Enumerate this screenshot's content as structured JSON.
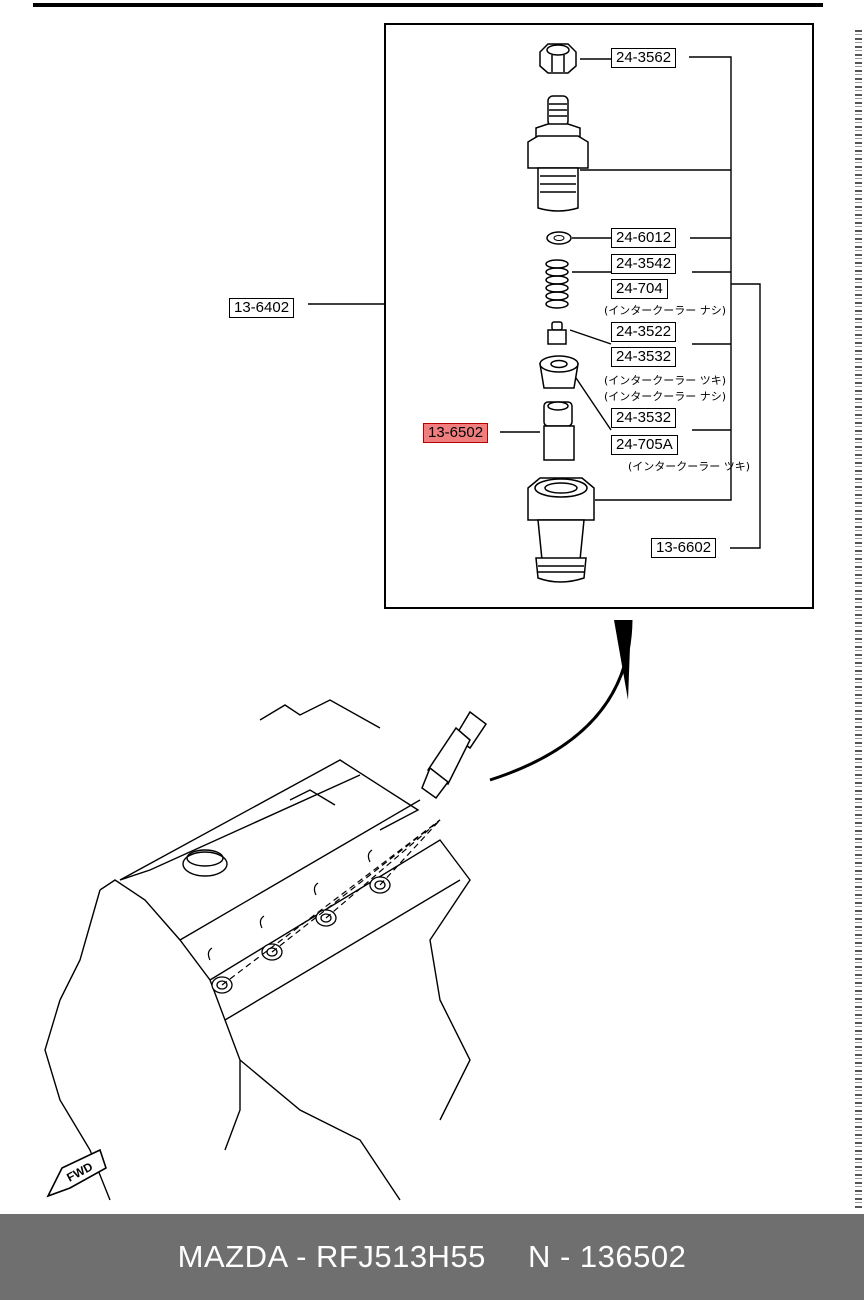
{
  "parts": {
    "group_label": "13-6402",
    "nut_label": "24-3562",
    "washer_label": "24-6012",
    "spring_label": "24-3542",
    "spring_alt_label": "24-704",
    "spring_alt_note": "(インタークーラー ナシ)",
    "pin_label": "24-3522",
    "spacer_label": "24-3532",
    "spacer_note_1": "(インタークーラー ツキ)",
    "spacer_note_2": "(インタークーラー ナシ)",
    "spacer2_label": "24-3532",
    "spacer_alt_label": "24-705A",
    "spacer_alt_note": "(インタークーラー ツキ)",
    "nozzle_label": "13-6502",
    "holder_group_label": "13-6602"
  },
  "diagram": {
    "fwd_label": "FWD",
    "highlight_color": "#f07e7e"
  },
  "footer": {
    "brand": "MAZDA - RFJ513H55",
    "ref": "N - 136502"
  }
}
